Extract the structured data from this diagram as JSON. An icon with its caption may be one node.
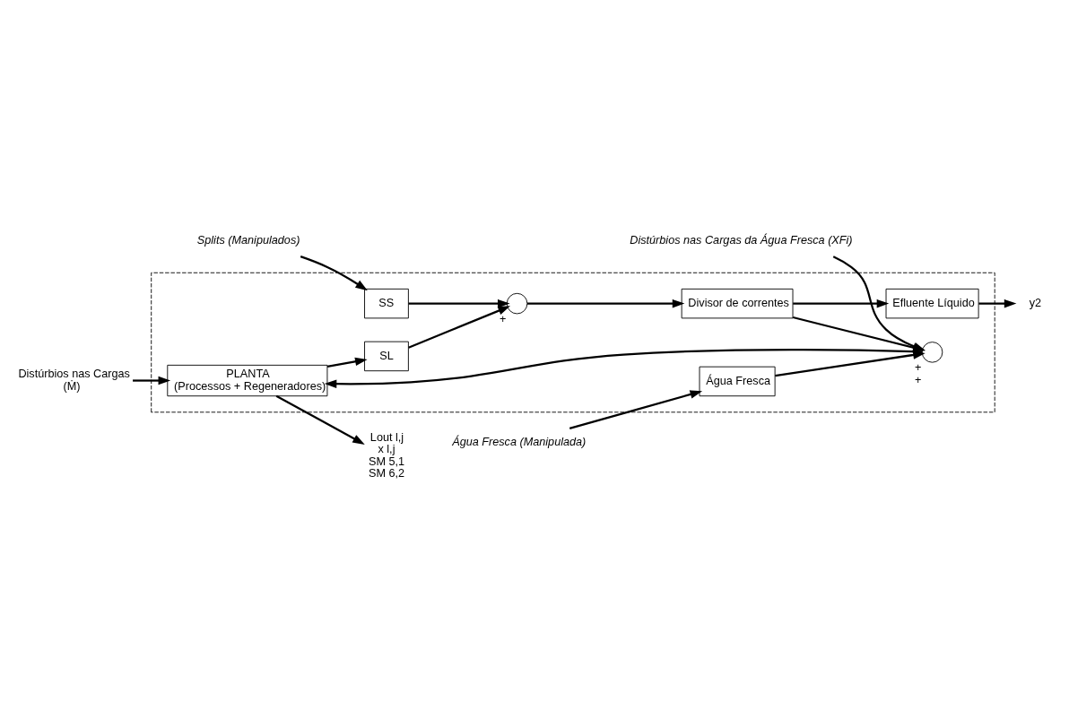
{
  "diagram": {
    "nodes": [
      {
        "text": [],
        "shape": "box"
      },
      {
        "text": [
          "Distúrbios nas Cargas",
          "(Ṁ)"
        ]
      },
      {
        "text": [
          "PLANTA",
          "(Processos + Regeneradores)"
        ],
        "in": 0
      },
      {
        "text": [
          "Lout l,j",
          "x l,j",
          "SM 5,1",
          "SM 6,2"
        ]
      },
      {
        "text": [
          "SL"
        ],
        "in": 0
      },
      {
        "text": [],
        "shape": "circle",
        "in": 0,
        "beside": [
          "+"
        ]
      },
      {
        "text": [
          "Divisor de correntes"
        ],
        "in": 0
      },
      {
        "text": [],
        "shape": "circle",
        "in": 0,
        "beside": [
          "+",
          "+"
        ]
      },
      {
        "text": [
          "Distúrbios nas Cargas da Água Fresca (XFi)"
        ]
      },
      {
        "text": [
          "Água Fresca"
        ],
        "in": 0
      },
      {
        "text": [
          "Água Fresca (Manipulada)"
        ]
      },
      {
        "text": [
          "SS"
        ],
        "in": 0
      },
      {
        "text": [
          "Splits (Manipulados)"
        ]
      },
      {
        "text": [
          "Efluente Líquido"
        ],
        "in": 0
      },
      {
        "text": [
          "y2"
        ]
      }
    ],
    "edges": [
      {
        "from": 1,
        "to": 2,
        "arrow": "to"
      },
      {
        "from": 7,
        "to": 2,
        "arrow": "to"
      },
      {
        "from": 2,
        "to": 3,
        "arrow": "to"
      },
      {
        "from": 2,
        "to": 4,
        "arrow": "to"
      },
      {
        "from": 4,
        "to": 5,
        "arrow": "to"
      },
      {
        "from": 11,
        "to": 5,
        "arrow": "to"
      },
      {
        "from": 5,
        "to": 6,
        "arrow": "to"
      },
      {
        "from": 6,
        "to": 7,
        "arrow": "to"
      },
      {
        "from": 8,
        "to": 7,
        "arrow": "to"
      },
      {
        "from": 9,
        "to": 7,
        "arrow": "to"
      },
      {
        "from": 10,
        "to": 9,
        "arrow": "to"
      },
      {
        "from": 12,
        "to": 11,
        "arrow": "to"
      },
      {
        "from": 6,
        "to": 13,
        "arrow": "to"
      },
      {
        "from": 13,
        "to": 14,
        "arrow": "to"
      }
    ]
  }
}
